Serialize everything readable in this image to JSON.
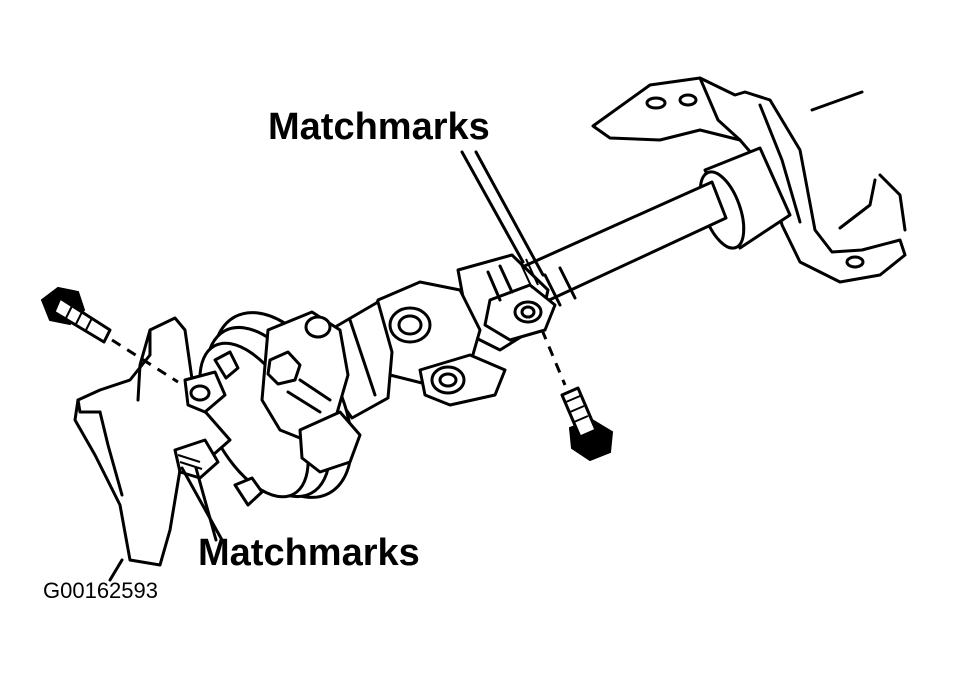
{
  "labels": {
    "matchmarks_top": "Matchmarks",
    "matchmarks_bottom": "Matchmarks",
    "figure_id": "G00162593"
  }
}
